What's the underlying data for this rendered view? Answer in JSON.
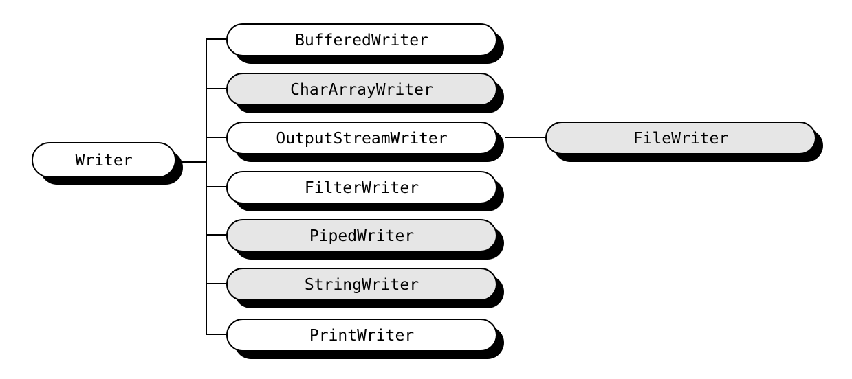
{
  "colors": {
    "abstract_fill": "#ffffff",
    "concrete_fill": "#e6e6e6",
    "outline": "#000000",
    "shadow": "#000000"
  },
  "root": {
    "label": "Writer",
    "fill": "abstract"
  },
  "children": [
    {
      "id": "buffered",
      "label": "BufferedWriter",
      "fill": "abstract"
    },
    {
      "id": "chararray",
      "label": "CharArrayWriter",
      "fill": "concrete"
    },
    {
      "id": "outputstream",
      "label": "OutputStreamWriter",
      "fill": "abstract"
    },
    {
      "id": "filter",
      "label": "FilterWriter",
      "fill": "abstract"
    },
    {
      "id": "piped",
      "label": "PipedWriter",
      "fill": "concrete"
    },
    {
      "id": "string",
      "label": "StringWriter",
      "fill": "concrete"
    },
    {
      "id": "print",
      "label": "PrintWriter",
      "fill": "abstract"
    }
  ],
  "grandchild": {
    "parent": "outputstream",
    "label": "FileWriter",
    "fill": "concrete"
  }
}
